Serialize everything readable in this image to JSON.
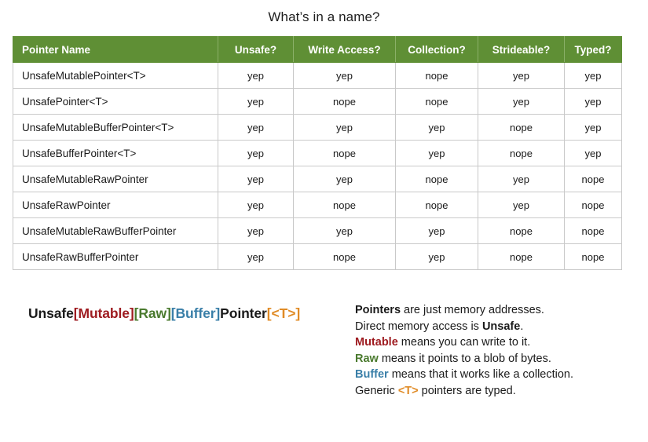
{
  "title": "What’s in a name?",
  "table": {
    "columns": [
      "Pointer Name",
      "Unsafe?",
      "Write Access?",
      "Collection?",
      "Strideable?",
      "Typed?"
    ],
    "rows": [
      {
        "name": "UnsafeMutablePointer<T>",
        "unsafe": "yep",
        "write": "yep",
        "collection": "nope",
        "strideable": "yep",
        "typed": "yep"
      },
      {
        "name": "UnsafePointer<T>",
        "unsafe": "yep",
        "write": "nope",
        "collection": "nope",
        "strideable": "yep",
        "typed": "yep"
      },
      {
        "name": "UnsafeMutableBufferPointer<T>",
        "unsafe": "yep",
        "write": "yep",
        "collection": "yep",
        "strideable": "nope",
        "typed": "yep"
      },
      {
        "name": "UnsafeBufferPointer<T>",
        "unsafe": "yep",
        "write": "nope",
        "collection": "yep",
        "strideable": "nope",
        "typed": "yep"
      },
      {
        "name": "UnsafeMutableRawPointer",
        "unsafe": "yep",
        "write": "yep",
        "collection": "nope",
        "strideable": "yep",
        "typed": "nope"
      },
      {
        "name": "UnsafeRawPointer",
        "unsafe": "yep",
        "write": "nope",
        "collection": "nope",
        "strideable": "yep",
        "typed": "nope"
      },
      {
        "name": "UnsafeMutableRawBufferPointer",
        "unsafe": "yep",
        "write": "yep",
        "collection": "yep",
        "strideable": "nope",
        "typed": "nope"
      },
      {
        "name": "UnsafeRawBufferPointer",
        "unsafe": "yep",
        "write": "nope",
        "collection": "yep",
        "strideable": "nope",
        "typed": "nope"
      }
    ]
  },
  "formula": {
    "part_unsafe": "Unsafe",
    "part_mutable": "[Mutable]",
    "part_raw": "[Raw]",
    "part_buffer": "[Buffer]",
    "part_pointer": "Pointer",
    "part_typed": "[<T>]"
  },
  "legend": {
    "line1_bold": "Pointers",
    "line1_rest": " are just memory addresses.",
    "line2_pre": "Direct memory access is ",
    "line2_bold": "Unsafe",
    "line2_post": ".",
    "line3_key": "Mutable",
    "line3_rest": " means you can write to it.",
    "line4_key": "Raw",
    "line4_rest": " means it points to a blob of bytes.",
    "line5_key": "Buffer",
    "line5_rest": " means that it works like a collection.",
    "line6_pre": "Generic ",
    "line6_key": "<T>",
    "line6_rest": " pointers are typed."
  },
  "colors": {
    "header_green": "#5f8f35",
    "mutable_red": "#9e1b20",
    "raw_green": "#4a7a2e",
    "buffer_blue": "#3a7fa8",
    "typed_orange": "#e08b26",
    "border_gray": "#c9c9c9"
  }
}
